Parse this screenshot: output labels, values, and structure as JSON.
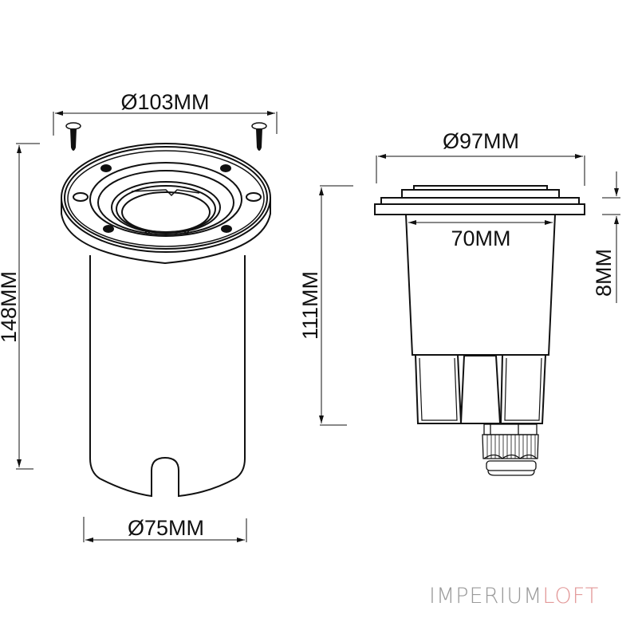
{
  "left_view": {
    "top_diameter_label": "Ø103MM",
    "height_label": "148MM",
    "bottom_diameter_label": "Ø75MM"
  },
  "right_view": {
    "flange_diameter_label": "Ø97MM",
    "body_width_label": "70MM",
    "height_label": "111MM",
    "flange_thickness_label": "8MM"
  },
  "brand": {
    "part1": "IMPERIUM",
    "part2": "LOFT",
    "color_part1": "#9a9a9a",
    "color_part2": "#e39a9a"
  },
  "colors": {
    "line": "#111111",
    "background": "#ffffff"
  }
}
